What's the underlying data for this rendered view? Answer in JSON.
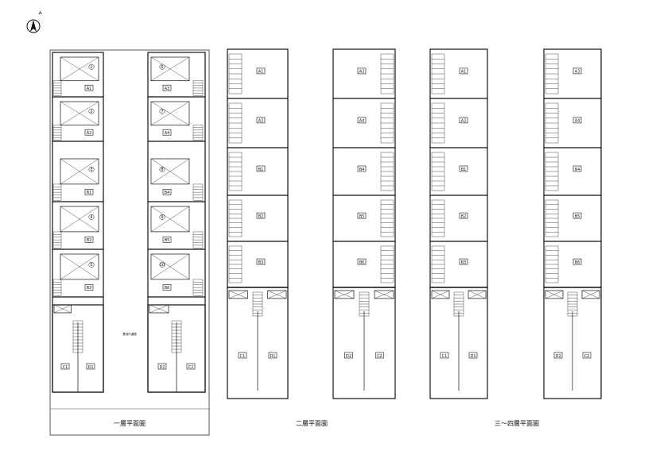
{
  "captions": {
    "ground": "一層平面圖",
    "second": "二層平面圖",
    "upper": "三～四層平面圖"
  },
  "ground_plan": {
    "lot_numbers_left": [
      "1",
      "2",
      "3",
      "4",
      "5"
    ],
    "lot_numbers_right": [
      "6",
      "7",
      "8",
      "9",
      "10"
    ],
    "unit_tags_left": [
      "A1",
      "A2",
      "B1",
      "B2",
      "B3"
    ],
    "unit_tags_right": [
      "A3",
      "A4",
      "B4",
      "B5",
      "B6"
    ],
    "shop_tags_left": [
      "C1",
      "D1"
    ],
    "shop_tags_right": [
      "D2",
      "C2"
    ],
    "center_label": "基地內通路"
  },
  "second_plan": {
    "left_tags": [
      "A1",
      "A2",
      "B1",
      "B2",
      "B3"
    ],
    "left_shops": [
      "C1",
      "D1"
    ],
    "right_tags": [
      "A3",
      "A4",
      "B4",
      "B5",
      "B6"
    ],
    "right_shops": [
      "D2",
      "C2"
    ]
  },
  "upper_plan": {
    "left_tags": [
      "A1",
      "A2",
      "B1",
      "B2",
      "B3"
    ],
    "left_shops": [
      "C1",
      "D1"
    ],
    "right_tags": [
      "A3",
      "A4",
      "B4",
      "B5",
      "B6"
    ],
    "right_shops": [
      "D2",
      "C2"
    ]
  }
}
